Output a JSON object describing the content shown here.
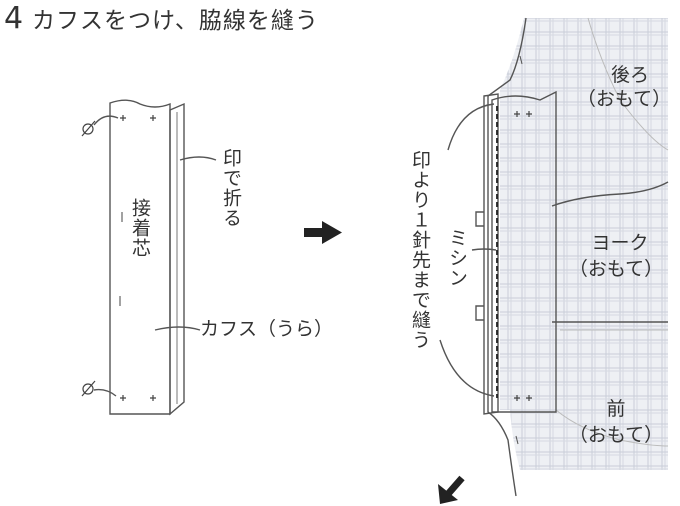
{
  "step": {
    "number": "4",
    "title": "カフスをつけ、脇線を縫う"
  },
  "left_figure": {
    "interfacing_label": "接着芯",
    "fold_label": "印で折る",
    "cuff_label": "カフス（うら）"
  },
  "right_figure": {
    "back_label_1": "後ろ",
    "back_label_2": "（おもて）",
    "yoke_label_1": "ヨーク",
    "yoke_label_2": "（おもて）",
    "front_label_1": "前",
    "front_label_2": "（おもて）",
    "sew_note": "印より１針先まで縫う",
    "machine_label": "ミシン"
  },
  "colors": {
    "ink": "#555555",
    "fabric_fill": "#ffffff",
    "dots": "#8a8a8a",
    "plaid_bg": "#eef0f4",
    "plaid_line": "#c9cdd8",
    "arrow": "#222222"
  },
  "icons": {
    "flow_arrow": "arrow-right-icon",
    "down_arrow": "arrow-down-left-icon"
  }
}
